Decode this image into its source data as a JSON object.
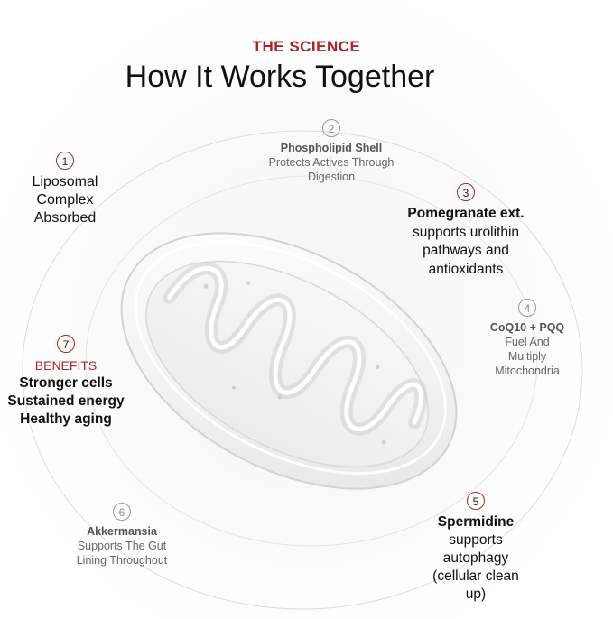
{
  "header": {
    "eyebrow": "THE SCIENCE",
    "title": "How It Works Together"
  },
  "callouts": [
    {
      "number": "1",
      "title": "",
      "lines": [
        "Liposomal",
        "Complex",
        "Absorbed"
      ]
    },
    {
      "number": "2",
      "title": "Phospholipid Shell",
      "lines": [
        "Protects Actives Through",
        "Digestion"
      ]
    },
    {
      "number": "3",
      "title": "Pomegranate ext.",
      "lines": [
        "supports urolithin",
        "pathways and",
        "antioxidants"
      ]
    },
    {
      "number": "4",
      "title": "CoQ10 + PQQ",
      "lines": [
        "Fuel And",
        "Multiply",
        "Mitochondria"
      ]
    },
    {
      "number": "5",
      "title": "Spermidine",
      "lines": [
        "supports",
        "autophagy",
        "(cellular clean",
        "up)"
      ]
    },
    {
      "number": "6",
      "title": "Akkermansia",
      "lines": [
        "Supports The Gut",
        "Lining Throughout"
      ]
    },
    {
      "number": "7",
      "label": "BENEFITS",
      "lines": [
        "Stronger cells",
        "Sustained energy",
        "Healthy aging"
      ]
    }
  ],
  "colors": {
    "accent": "#a8262b",
    "text": "#111111",
    "muted": "#666666"
  }
}
